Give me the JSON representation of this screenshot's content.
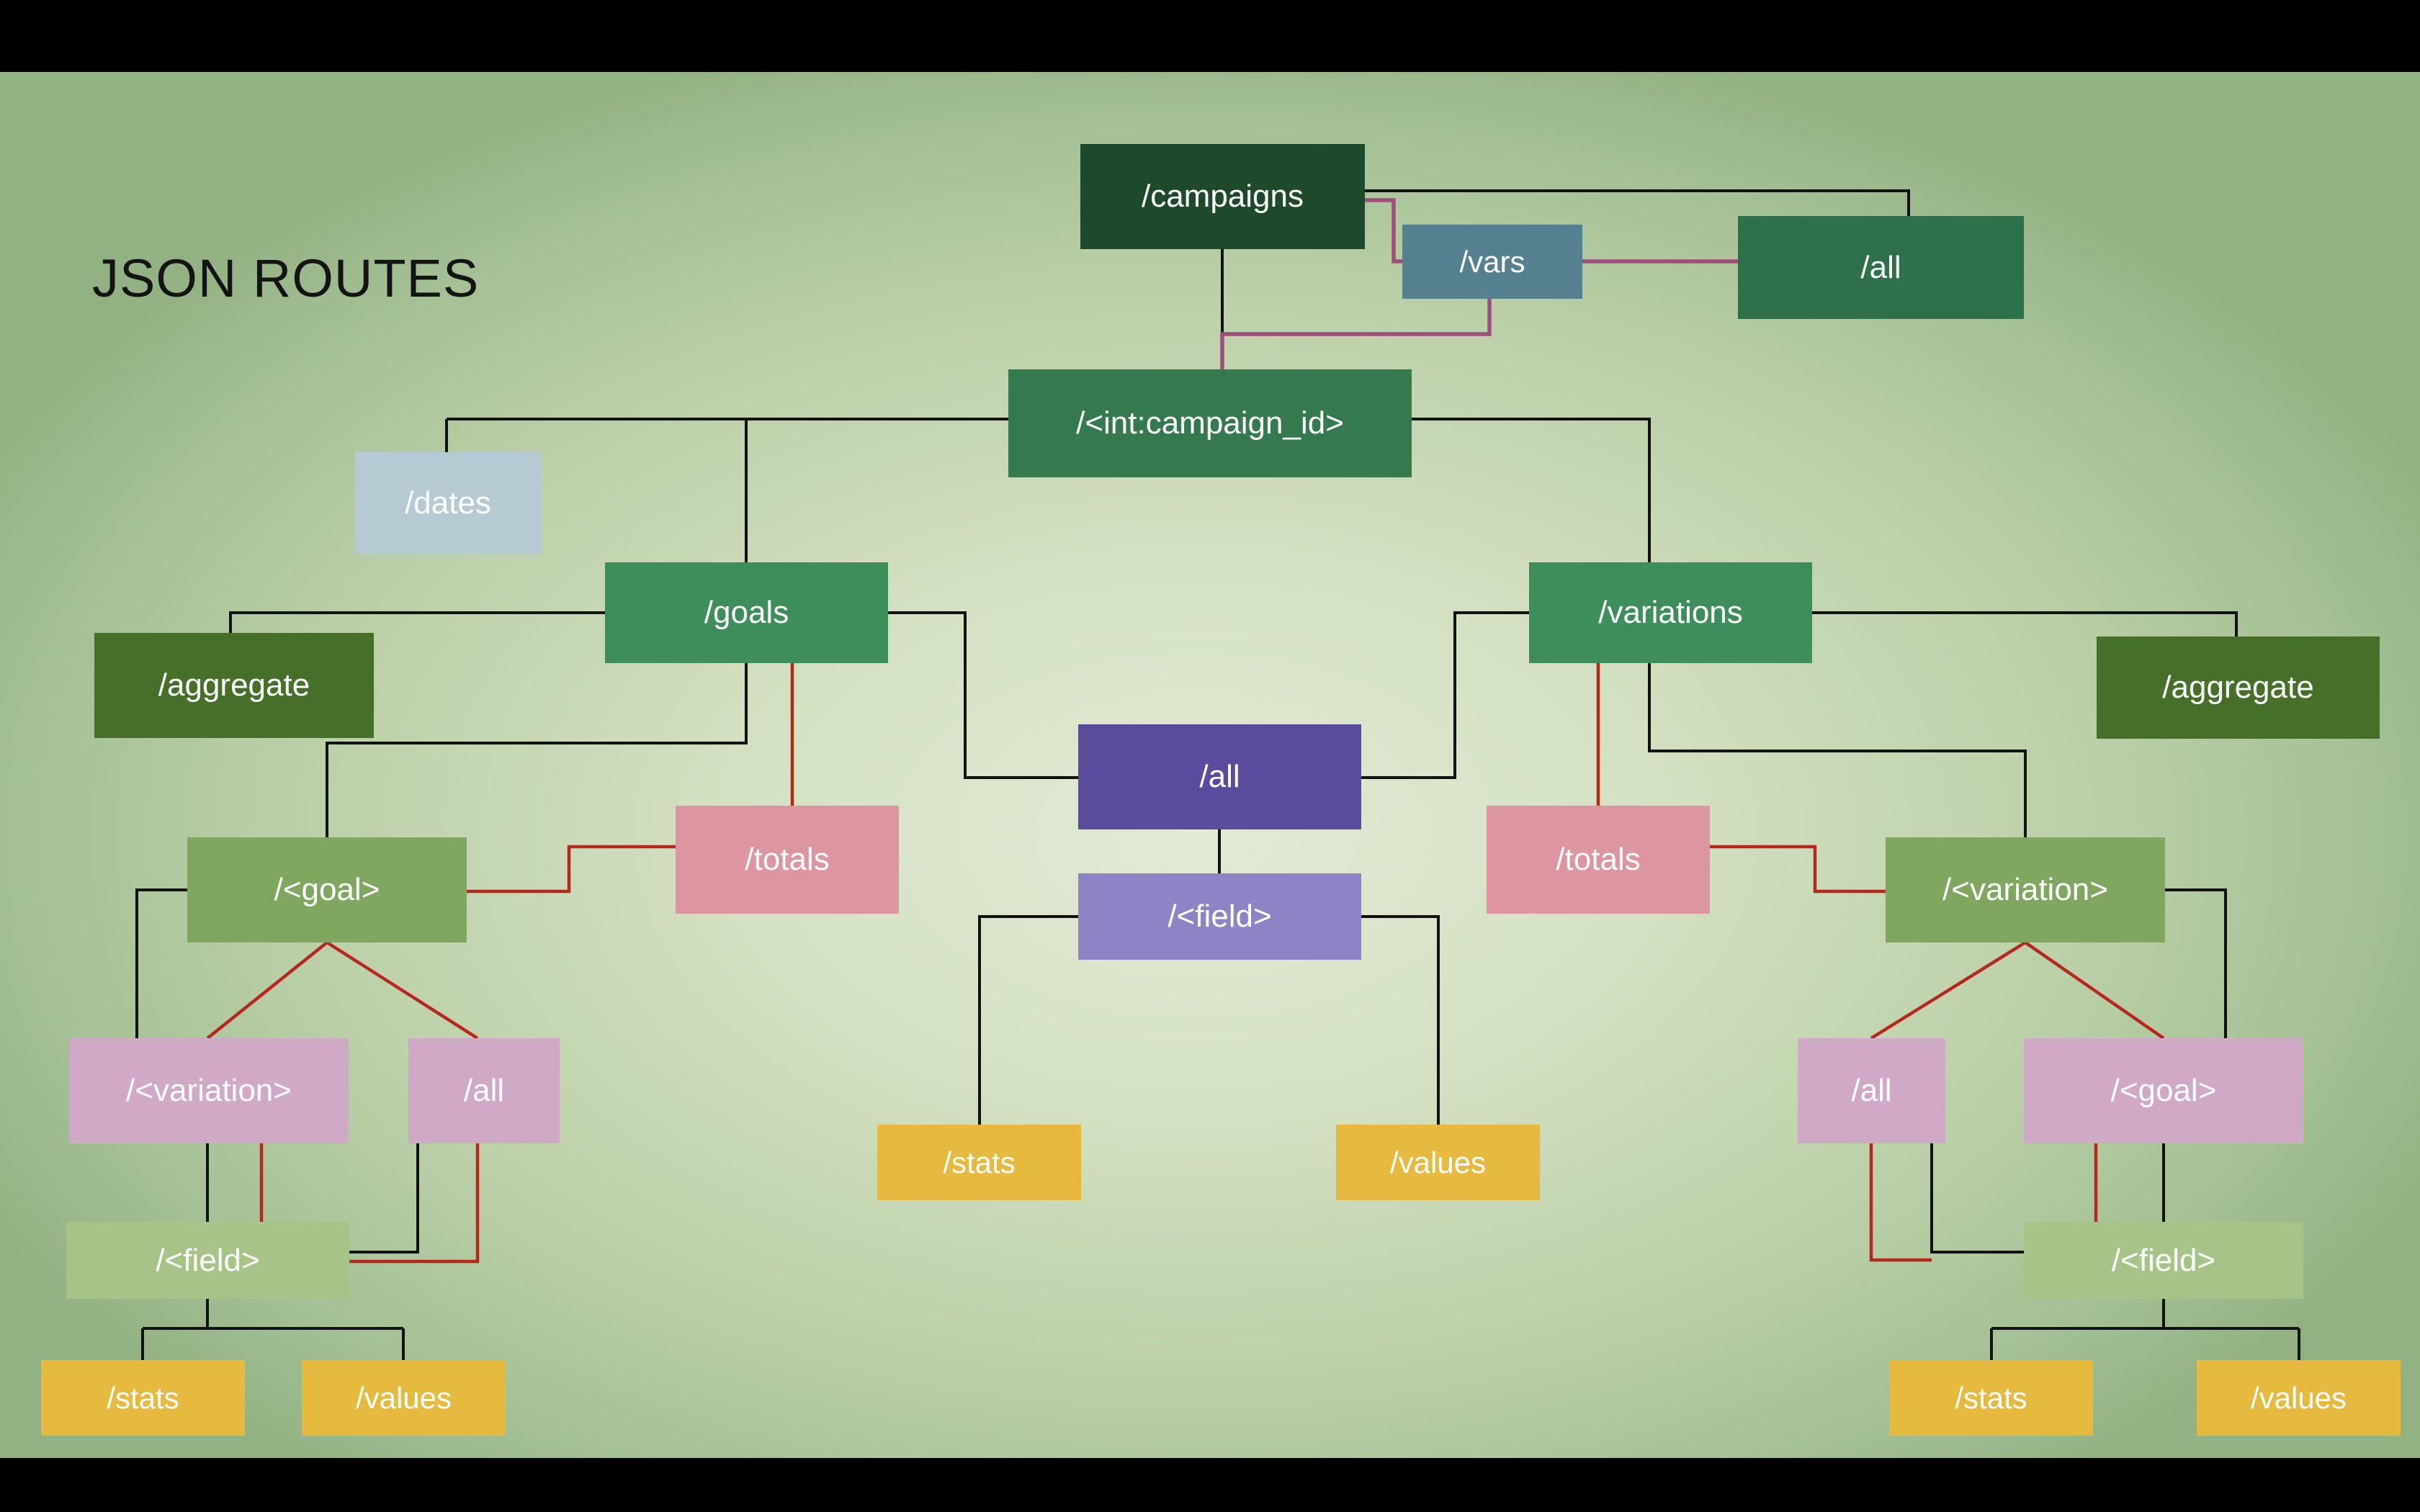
{
  "title": "JSON ROUTES",
  "colors": {
    "edge_black": "#121212",
    "edge_red": "#b8271c",
    "edge_purple": "#9e4e7b",
    "letterbox": "#000000",
    "background_center": "#e2ebd6",
    "background_edge": "#93b283"
  },
  "nodes": {
    "campaigns": {
      "label": "/campaigns",
      "color": "#1e4a2b"
    },
    "vars": {
      "label": "/vars",
      "color": "#55808f"
    },
    "all_top": {
      "label": "/all",
      "color": "#2e7049"
    },
    "campaign_id": {
      "label": "/<int:campaign_id>",
      "color": "#35794f"
    },
    "dates": {
      "label": "/dates",
      "color": "#b6cad3"
    },
    "goals": {
      "label": "/goals",
      "color": "#3e8e5b"
    },
    "variations": {
      "label": "/variations",
      "color": "#3e8e5b"
    },
    "aggregate_left": {
      "label": "/aggregate",
      "color": "#466f2a"
    },
    "aggregate_right": {
      "label": "/aggregate",
      "color": "#466f2a"
    },
    "all_center": {
      "label": "/all",
      "color": "#5a4b9e"
    },
    "totals_left": {
      "label": "/totals",
      "color": "#dd96a1"
    },
    "totals_right": {
      "label": "/totals",
      "color": "#dd96a1"
    },
    "goal_left": {
      "label": "/<goal>",
      "color": "#7fa75f"
    },
    "variation_right": {
      "label": "/<variation>",
      "color": "#7fa75f"
    },
    "field_center": {
      "label": "/<field>",
      "color": "#8d83c6"
    },
    "variation_child": {
      "label": "/<variation>",
      "color": "#cfa9c5"
    },
    "all_child_left": {
      "label": "/all",
      "color": "#cfa9c5"
    },
    "all_child_right": {
      "label": "/all",
      "color": "#cfa9c5"
    },
    "goal_child": {
      "label": "/<goal>",
      "color": "#cfa9c5"
    },
    "stats_center": {
      "label": "/stats",
      "color": "#e6b93f"
    },
    "values_center": {
      "label": "/values",
      "color": "#e6b93f"
    },
    "field_left": {
      "label": "/<field>",
      "color": "#a7c488"
    },
    "field_right": {
      "label": "/<field>",
      "color": "#a7c488"
    },
    "stats_bottom_left": {
      "label": "/stats",
      "color": "#e6b93f"
    },
    "values_bottom_left": {
      "label": "/values",
      "color": "#e6b93f"
    },
    "stats_bottom_right": {
      "label": "/stats",
      "color": "#e6b93f"
    },
    "values_bottom_right": {
      "label": "/values",
      "color": "#e6b93f"
    }
  }
}
